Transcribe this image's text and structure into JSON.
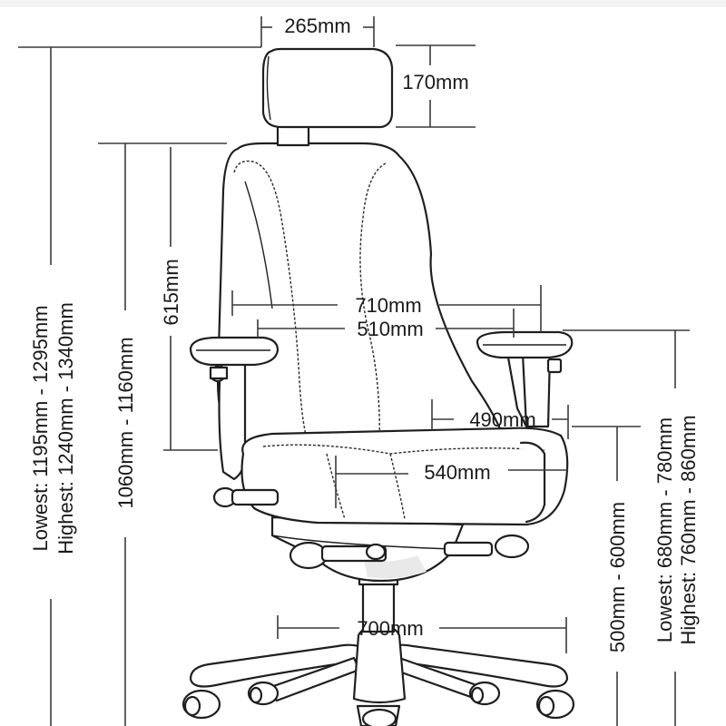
{
  "diagram": {
    "labels": {
      "headrest_width": "265mm",
      "headrest_height": "170mm",
      "overall_height": "Lowest: 1195mm - 1295mm\nHighest: 1240mm - 1340mm",
      "overall_height_line1": "Lowest: 1195mm - 1295mm",
      "overall_height_line2": "Highest: 1240mm - 1340mm",
      "back_height_total": "1060mm - 1160mm",
      "back_height": "615mm",
      "arm_outer_width": "710mm",
      "arm_inner_width": "510mm",
      "seat_depth": "490mm",
      "seat_width": "540mm",
      "seat_height": "500mm - 600mm",
      "arm_height_line1": "Lowest: 680mm - 780mm",
      "arm_height_line2": "Highest: 760mm - 860mm",
      "base_width": "700mm"
    }
  }
}
